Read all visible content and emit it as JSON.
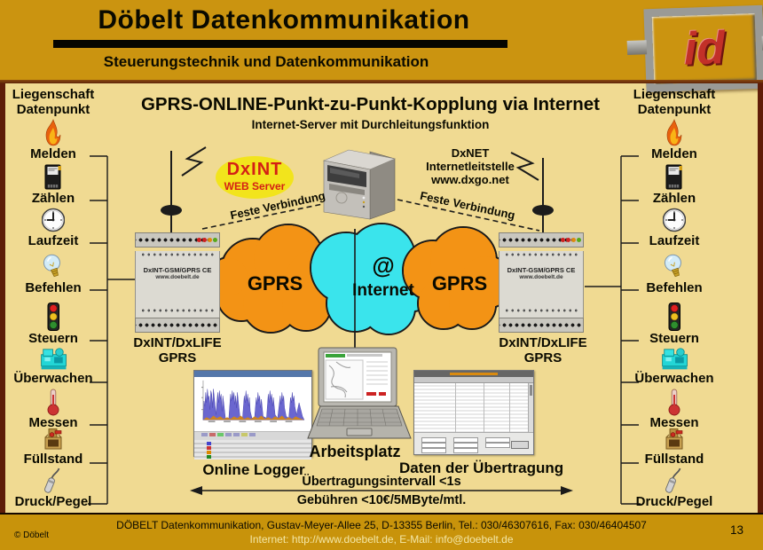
{
  "header": {
    "title": "Döbelt Datenkommunikation",
    "subtitle": "Steuerungstechnik und Datenkommunikation",
    "logo_text": "id"
  },
  "sidebar": {
    "heading_line1": "Liegenschaft",
    "heading_line2": "Datenpunkt",
    "items": [
      {
        "label": "Melden",
        "icon": "fire-icon"
      },
      {
        "label": "Zählen",
        "icon": "meter-icon"
      },
      {
        "label": "Laufzeit",
        "icon": "clock-icon"
      },
      {
        "label": "Befehlen",
        "icon": "bulb-icon"
      },
      {
        "label": "Steuern",
        "icon": "traffic-light-icon"
      },
      {
        "label": "Überwachen",
        "icon": "pump-icon"
      },
      {
        "label": "Messen",
        "icon": "thermometer-icon"
      },
      {
        "label": "Füllstand",
        "icon": "well-icon"
      },
      {
        "label": "Druck/Pegel",
        "icon": "probe-icon"
      }
    ]
  },
  "diagram": {
    "title": "GPRS-ONLINE-Punkt-zu-Punkt-Kopplung via Internet",
    "subtitle": "Internet-Server mit Durchleitungsfunktion",
    "dxint_badge": {
      "line1": "DxINT",
      "line2": "WEB Server"
    },
    "dxnet": {
      "line1": "DxNET",
      "line2": "Internetleitstelle",
      "line3": "www.dxgo.net"
    },
    "feste_verbindung": "Feste Verbindung",
    "clouds": {
      "left": "GPRS",
      "at_symbol": "@",
      "center": "Internet",
      "right": "GPRS"
    },
    "device": {
      "module_label": "DxINT-GSM/GPRS",
      "module_ce": "CE",
      "module_url": "www.doebelt.de",
      "caption_line1": "DxINT/DxLIFE",
      "caption_line2": "GPRS"
    },
    "bottom": {
      "online_logger": "Online Logger",
      "arbeitsplatz": "Arbeitsplatz",
      "daten": "Daten der Übertragung",
      "interval": "Übertragungsintervall <1s",
      "fees": "Gebühren <10€/5MByte/mtl."
    }
  },
  "footer": {
    "copyright": "© Döbelt",
    "address": "DÖBELT Datenkommunikation, Gustav-Meyer-Allee 25, D-13355 Berlin, Tel.: 030/46307616, Fax: 030/46404507",
    "contact": "Internet: http://www.doebelt.de, E-Mail: info@doebelt.de",
    "page_number": "13"
  },
  "colors": {
    "header_gold": "#cb9410",
    "content_tan": "#f0da92",
    "cloud_orange": "#f39315",
    "cloud_cyan": "#3ae4ec",
    "accent_red": "#d42015"
  }
}
